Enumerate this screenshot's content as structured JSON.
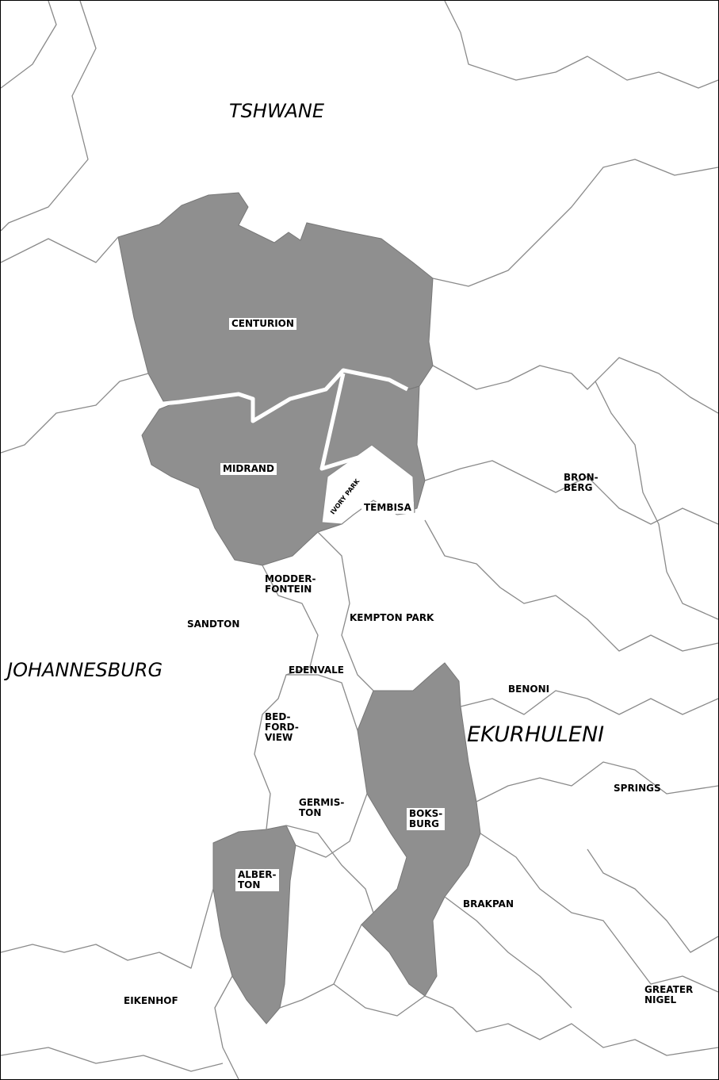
{
  "regions": {
    "tshwane": "TSHWANE",
    "johannesburg": "JOHANNESBURG",
    "ekurhuleni": "EKURHULENI"
  },
  "areas": {
    "centurion": "CENTURION",
    "midrand": "MIDRAND",
    "ivory_park": "IVORY PARK",
    "tembisa": "TEMBISA",
    "bronberg": "BRON-\nBERG",
    "modderfontein": "MODDER-\nFONTEIN",
    "sandton": "SANDTON",
    "kempton_park": "KEMPTON PARK",
    "edenvale": "EDENVALE",
    "benoni": "BENONI",
    "bedfordview": "BED-\nFORD-\nVIEW",
    "germiston": "GERMIS-\nTON",
    "boksburg": "BOKS-\nBURG",
    "springs": "SPRINGS",
    "alberton": "ALBER-\nTON",
    "brakpan": "BRAKPAN",
    "eikenhof": "EIKENHOF",
    "greater_nigel": "GREATER\nNIGEL"
  },
  "colors": {
    "shaded_fill": "#8f8f8f",
    "boundary": "#8a8a8a"
  }
}
